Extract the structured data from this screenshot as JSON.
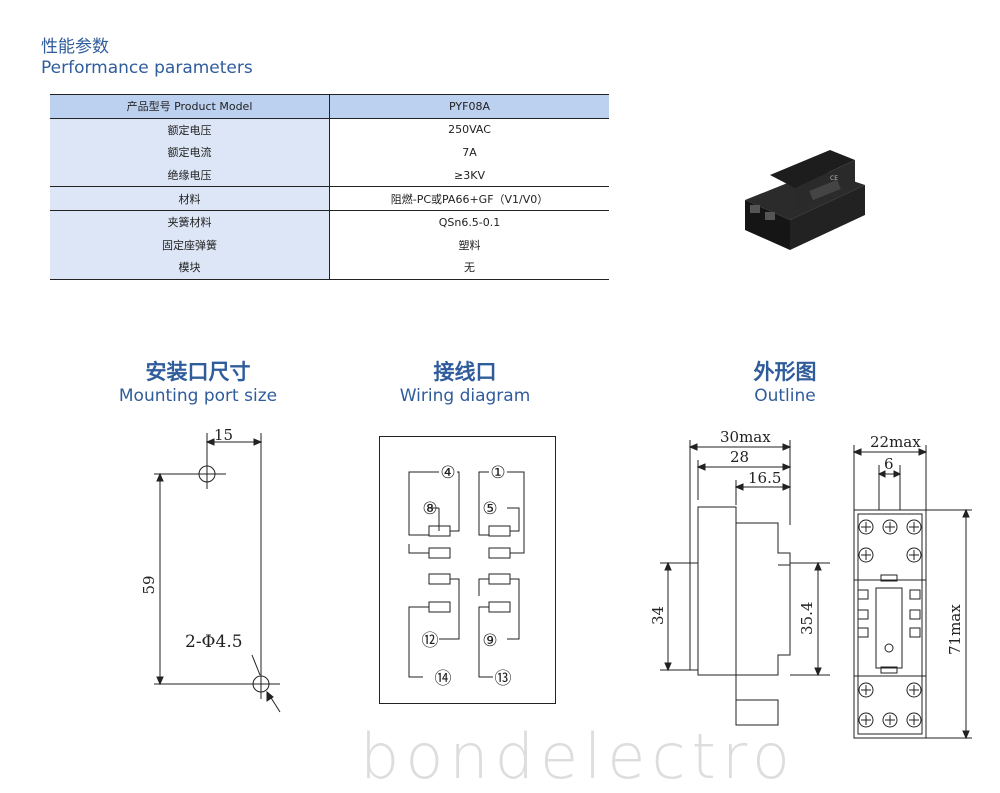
{
  "section": {
    "title_cn": "性能参数",
    "title_en": "Performance parameters"
  },
  "table": {
    "header": [
      "产品型号 Product Model",
      "PYF08A"
    ],
    "rows": [
      [
        "额定电压",
        "250VAC"
      ],
      [
        "额定电流",
        "7A"
      ],
      [
        "绝缘电压",
        "≥3KV"
      ],
      [
        "材料",
        "阻燃-PC或PA66+GF（V1/V0）"
      ],
      [
        "夹簧材料",
        "QSn6.5-0.1"
      ],
      [
        "固定座弹簧",
        "塑料"
      ],
      [
        "模块",
        "无"
      ]
    ]
  },
  "diagrams": {
    "mounting": {
      "title_cn": "安装口尺寸",
      "title_en": "Mounting port size",
      "dim_width": "15",
      "dim_height": "59",
      "hole_label": "2-Φ4.5"
    },
    "wiring": {
      "title_cn": "接线口",
      "title_en": "Wiring diagram",
      "terminals": [
        "④",
        "①",
        "⑧",
        "⑤",
        "⑫",
        "⑨",
        "⑭",
        "⑬"
      ]
    },
    "outline": {
      "title_cn": "外形图",
      "title_en": "Outline",
      "side_dims": [
        "30max",
        "28",
        "16.5",
        "34",
        "35.4"
      ],
      "front_dims": [
        "22max",
        "6",
        "71max"
      ]
    }
  },
  "watermark": "bondelectro"
}
